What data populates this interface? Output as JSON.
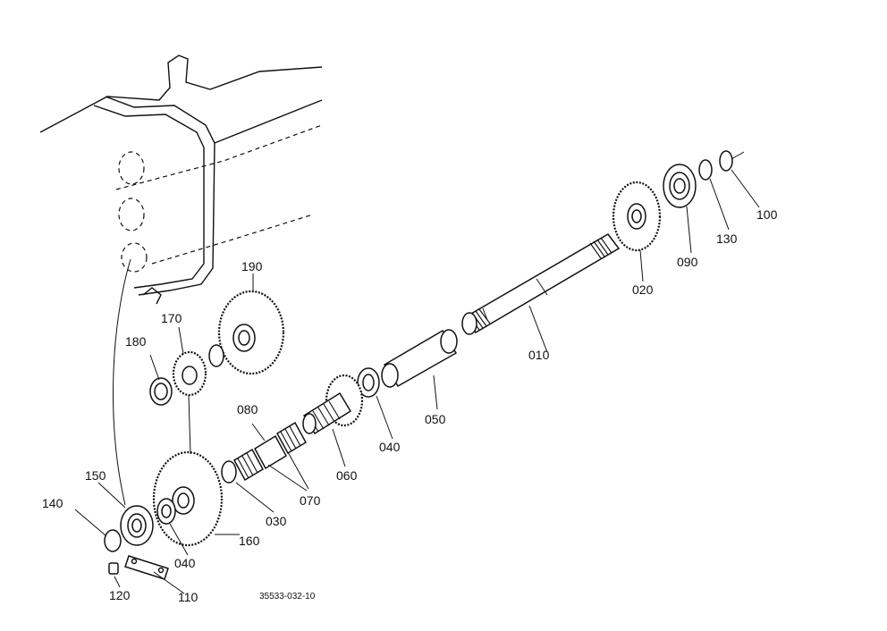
{
  "figure": {
    "code": "35533-032-10"
  },
  "part_labels": {
    "p010": "010",
    "p020": "020",
    "p030": "030",
    "p040a": "040",
    "p040b": "040",
    "p050": "050",
    "p060": "060",
    "p070": "070",
    "p080": "080",
    "p090": "090",
    "p100": "100",
    "p110": "110",
    "p120": "120",
    "p130": "130",
    "p140": "140",
    "p150": "150",
    "p160": "160",
    "p170": "170",
    "p180": "180",
    "p190": "190"
  },
  "colors": {
    "ink": "#111111",
    "paper": "#ffffff"
  }
}
